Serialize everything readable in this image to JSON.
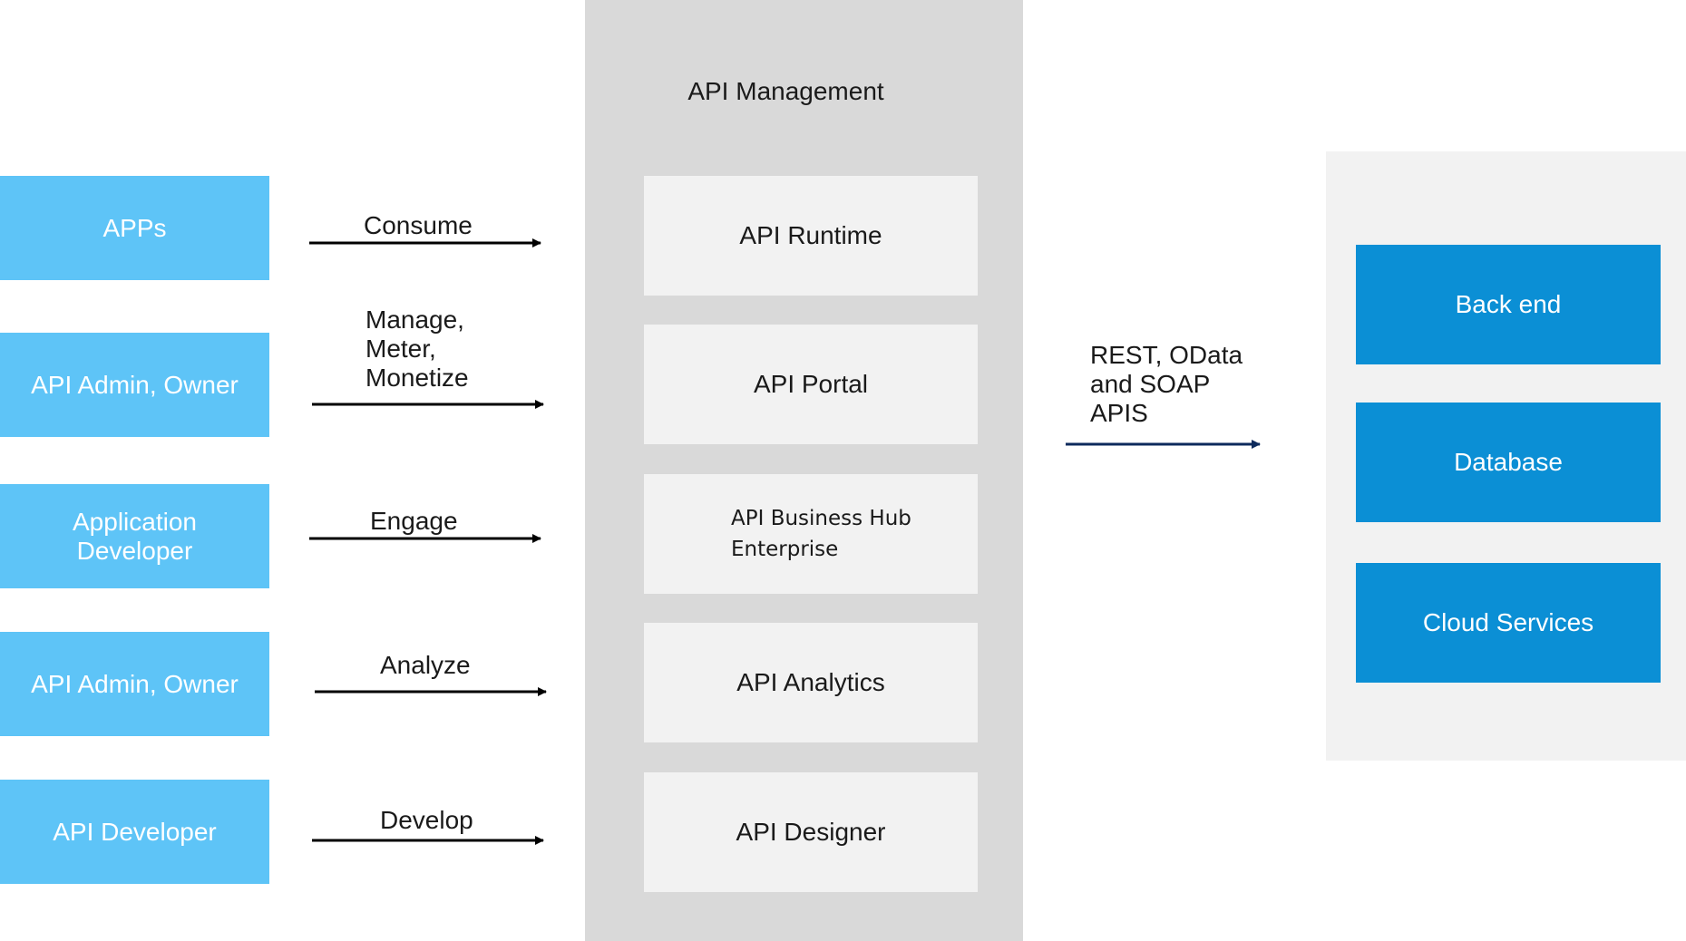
{
  "colors": {
    "actor_fill": "#5ec4f7",
    "apim_panel": "#d9d9d9",
    "component_fill": "#f2f2f2",
    "backend_panel": "#f2f2f2",
    "target_fill": "#0b8fd5",
    "arrow_dark": "#000000",
    "arrow_navy": "#0d2a5c"
  },
  "actors": [
    {
      "label": "APPs"
    },
    {
      "label": "API Admin, Owner"
    },
    {
      "label": "Application\nDeveloper"
    },
    {
      "label": "API Admin, Owner"
    },
    {
      "label": "API Developer"
    }
  ],
  "actions": [
    {
      "label": "Consume"
    },
    {
      "label": "Manage,\nMeter,\nMonetize"
    },
    {
      "label": "Engage"
    },
    {
      "label": "Analyze"
    },
    {
      "label": "Develop"
    }
  ],
  "api_management": {
    "title": "API Management",
    "components": [
      {
        "label": "API Runtime"
      },
      {
        "label": "API Portal"
      },
      {
        "label": "API Business Hub\nEnterprise"
      },
      {
        "label": "API Analytics"
      },
      {
        "label": "API Designer"
      }
    ]
  },
  "connector": {
    "label": "REST, OData\nand SOAP\nAPIS"
  },
  "targets": [
    {
      "label": "Back end"
    },
    {
      "label": "Database"
    },
    {
      "label": "Cloud Services"
    }
  ]
}
